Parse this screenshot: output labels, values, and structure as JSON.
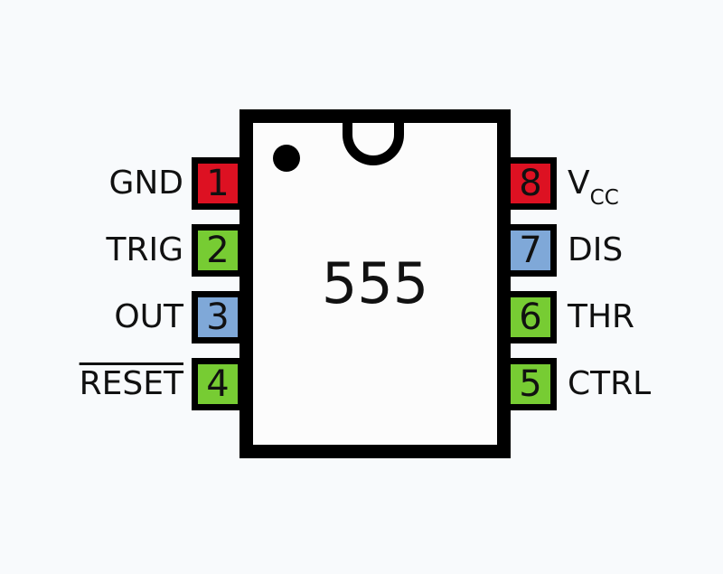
{
  "background_color": "#f8fafc",
  "chip": {
    "label": "555",
    "body_fill": "#fcfcfc",
    "outline_color": "#000000"
  },
  "colors": {
    "pin_red": "#dd1122",
    "pin_green": "#77cc33",
    "pin_blue": "#7fa8d8",
    "text": "#111111"
  },
  "pins": {
    "left": [
      {
        "number": "1",
        "label": "GND",
        "color": "#dd1122",
        "overline": false
      },
      {
        "number": "2",
        "label": "TRIG",
        "color": "#77cc33",
        "overline": false
      },
      {
        "number": "3",
        "label": "OUT",
        "color": "#7fa8d8",
        "overline": false
      },
      {
        "number": "4",
        "label": "RESET",
        "color": "#77cc33",
        "overline": true
      }
    ],
    "right": [
      {
        "number": "8",
        "label": "V",
        "sub": "CC",
        "color": "#dd1122"
      },
      {
        "number": "7",
        "label": "DIS",
        "sub": "",
        "color": "#7fa8d8"
      },
      {
        "number": "6",
        "label": "THR",
        "sub": "",
        "color": "#77cc33"
      },
      {
        "number": "5",
        "label": "CTRL",
        "sub": "",
        "color": "#77cc33"
      }
    ]
  }
}
